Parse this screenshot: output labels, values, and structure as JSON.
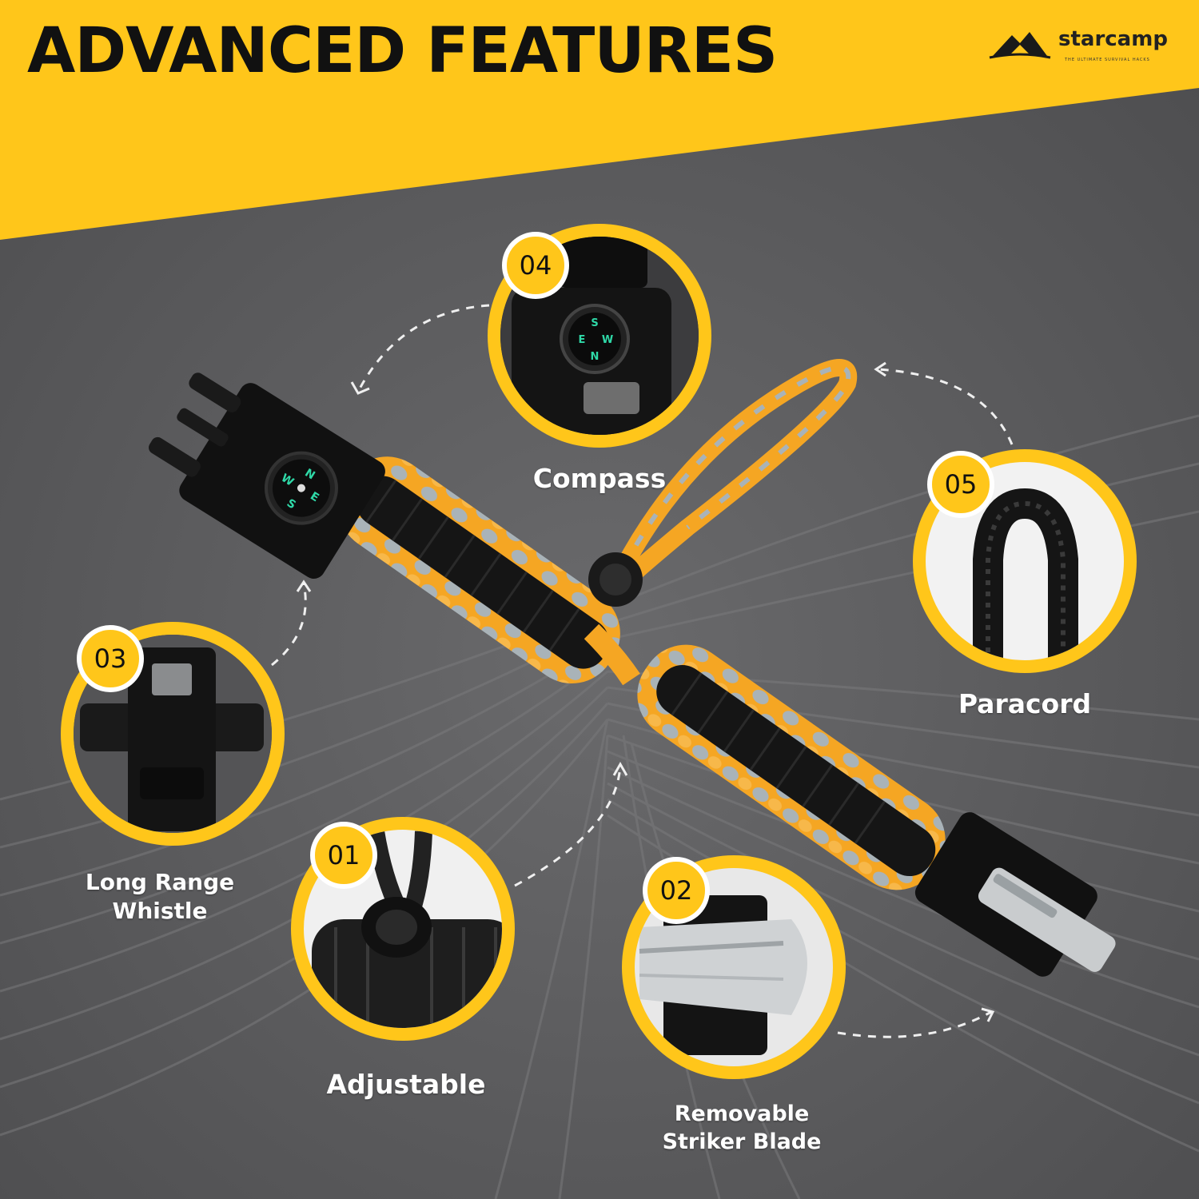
{
  "header": {
    "title": "ADVANCED FEATURES",
    "brand_name": "starcamp",
    "brand_tagline": "THE ULTIMATE SURVIVAL HACKS"
  },
  "colors": {
    "accent_yellow": "#ffc61a",
    "background_gray": "#5c5c5e",
    "cord_orange": "#f5a623",
    "cord_gray": "#a9b3b8",
    "cord_black": "#151515"
  },
  "features": [
    {
      "number": "01",
      "label": "Adjustable"
    },
    {
      "number": "02",
      "label": "Removable\nStriker Blade"
    },
    {
      "number": "03",
      "label": "Long Range\nWhistle"
    },
    {
      "number": "04",
      "label": "Compass"
    },
    {
      "number": "05",
      "label": "Paracord"
    }
  ]
}
